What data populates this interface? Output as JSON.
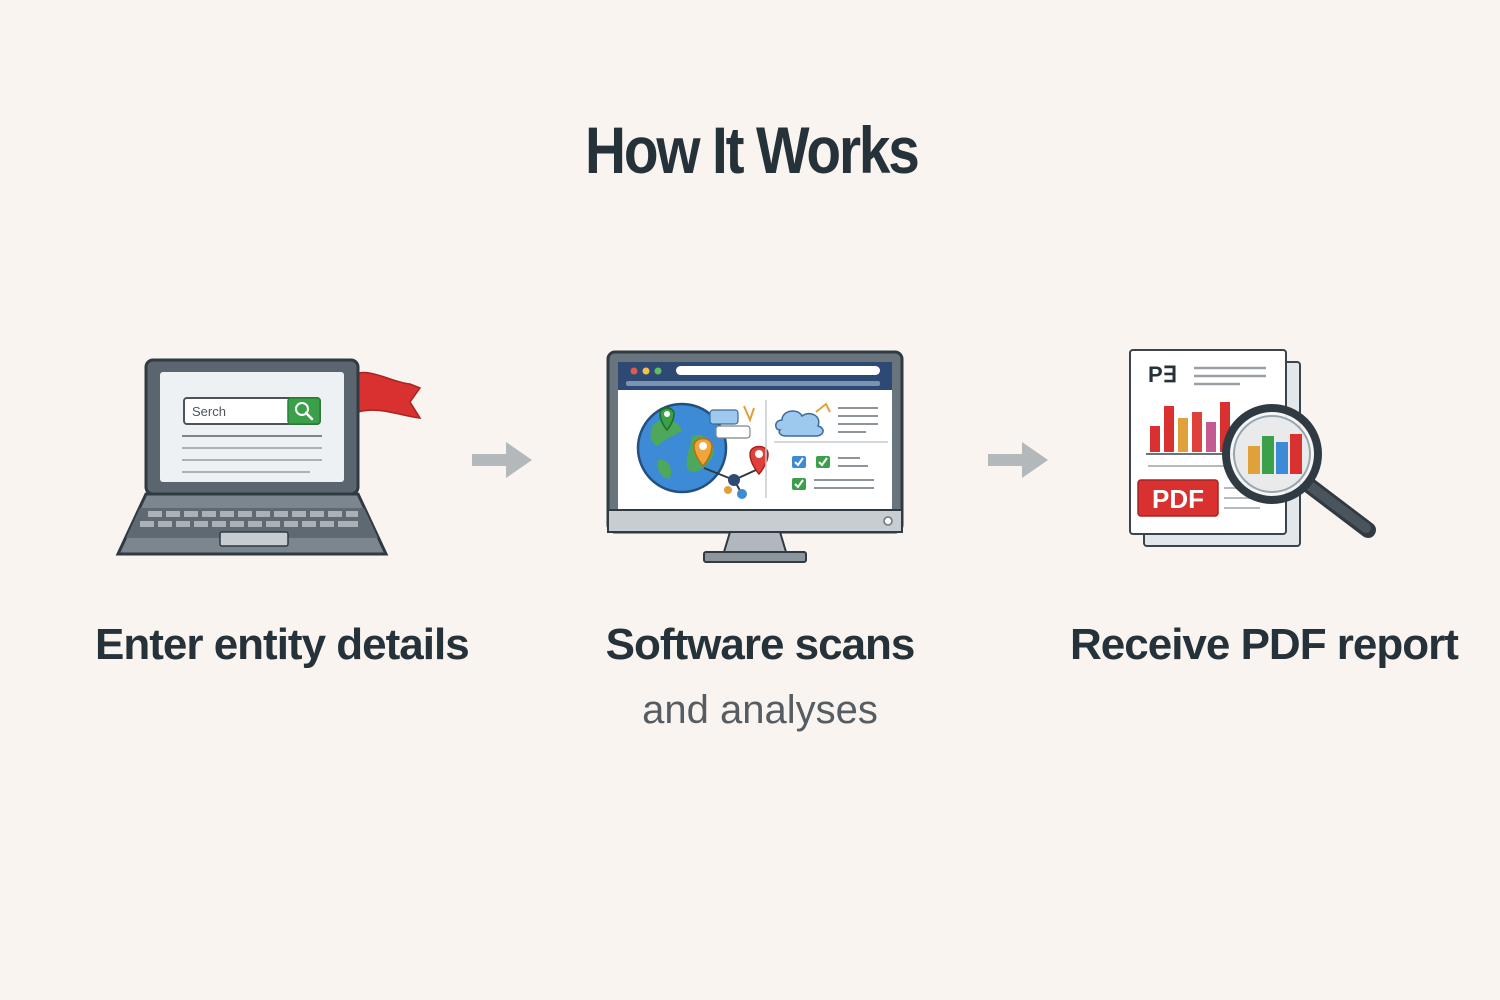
{
  "title": "How It Works",
  "steps": [
    {
      "label": "Enter entity details",
      "search_text": "Serch"
    },
    {
      "label": "Software scans",
      "sublabel": "and analyses"
    },
    {
      "label": "Receive PDF report",
      "doc_header": "P∃",
      "badge": "PDF"
    }
  ],
  "colors": {
    "title": "#26323a",
    "background": "#f9f4ef",
    "flag": "#d93030",
    "search_button": "#3aa14a",
    "pdf_badge": "#d93030",
    "arrow": "#b3b8bb"
  }
}
